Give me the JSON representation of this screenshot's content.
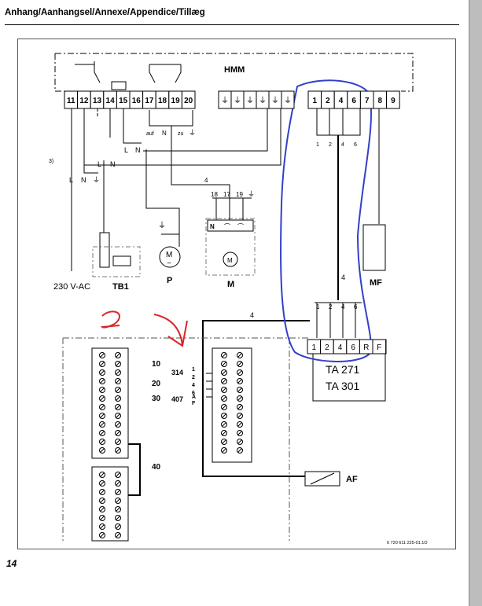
{
  "header": "Anhang/Aanhangsel/Annexe/Appendice/Tillæg",
  "page_number": "14",
  "figure_code": "6 720 611 225-01.1O",
  "hmm": {
    "label": "HMM",
    "terminals_left": [
      "11",
      "12",
      "13",
      "14",
      "15",
      "16",
      "17",
      "18",
      "19",
      "20"
    ],
    "terminals_right": [
      "1",
      "2",
      "4",
      "6",
      "7",
      "8",
      "9"
    ],
    "pe_symbol": "⏚"
  },
  "labels": {
    "L": "L",
    "N": "N",
    "pe": "⏚",
    "note3": "3)",
    "auf": "auf",
    "zu": "zu",
    "supply": "230 V-AC",
    "tb1": "TB1",
    "p": "P",
    "m": "M",
    "mf": "MF",
    "af": "AF",
    "motor": "M",
    "tilde": "~",
    "wire_count": "4",
    "pins_1246": [
      "1",
      "2",
      "4",
      "6"
    ],
    "valve_terms": [
      "18",
      "17",
      "19"
    ],
    "mv_terms": [
      "N",
      "⌒",
      "⌒"
    ],
    "ta_terms": [
      "1",
      "2",
      "4",
      "6",
      "R",
      "F"
    ],
    "ta_models": [
      "TA 271",
      "TA 301"
    ],
    "block_labels": [
      "10",
      "20",
      "30",
      "40"
    ],
    "conn_314": "314",
    "conn_407": "407",
    "conn_314_pins": [
      "1",
      "2",
      "4",
      "6"
    ],
    "conn_407_pins": [
      "A",
      "F"
    ],
    "handwritten_2": "2"
  }
}
